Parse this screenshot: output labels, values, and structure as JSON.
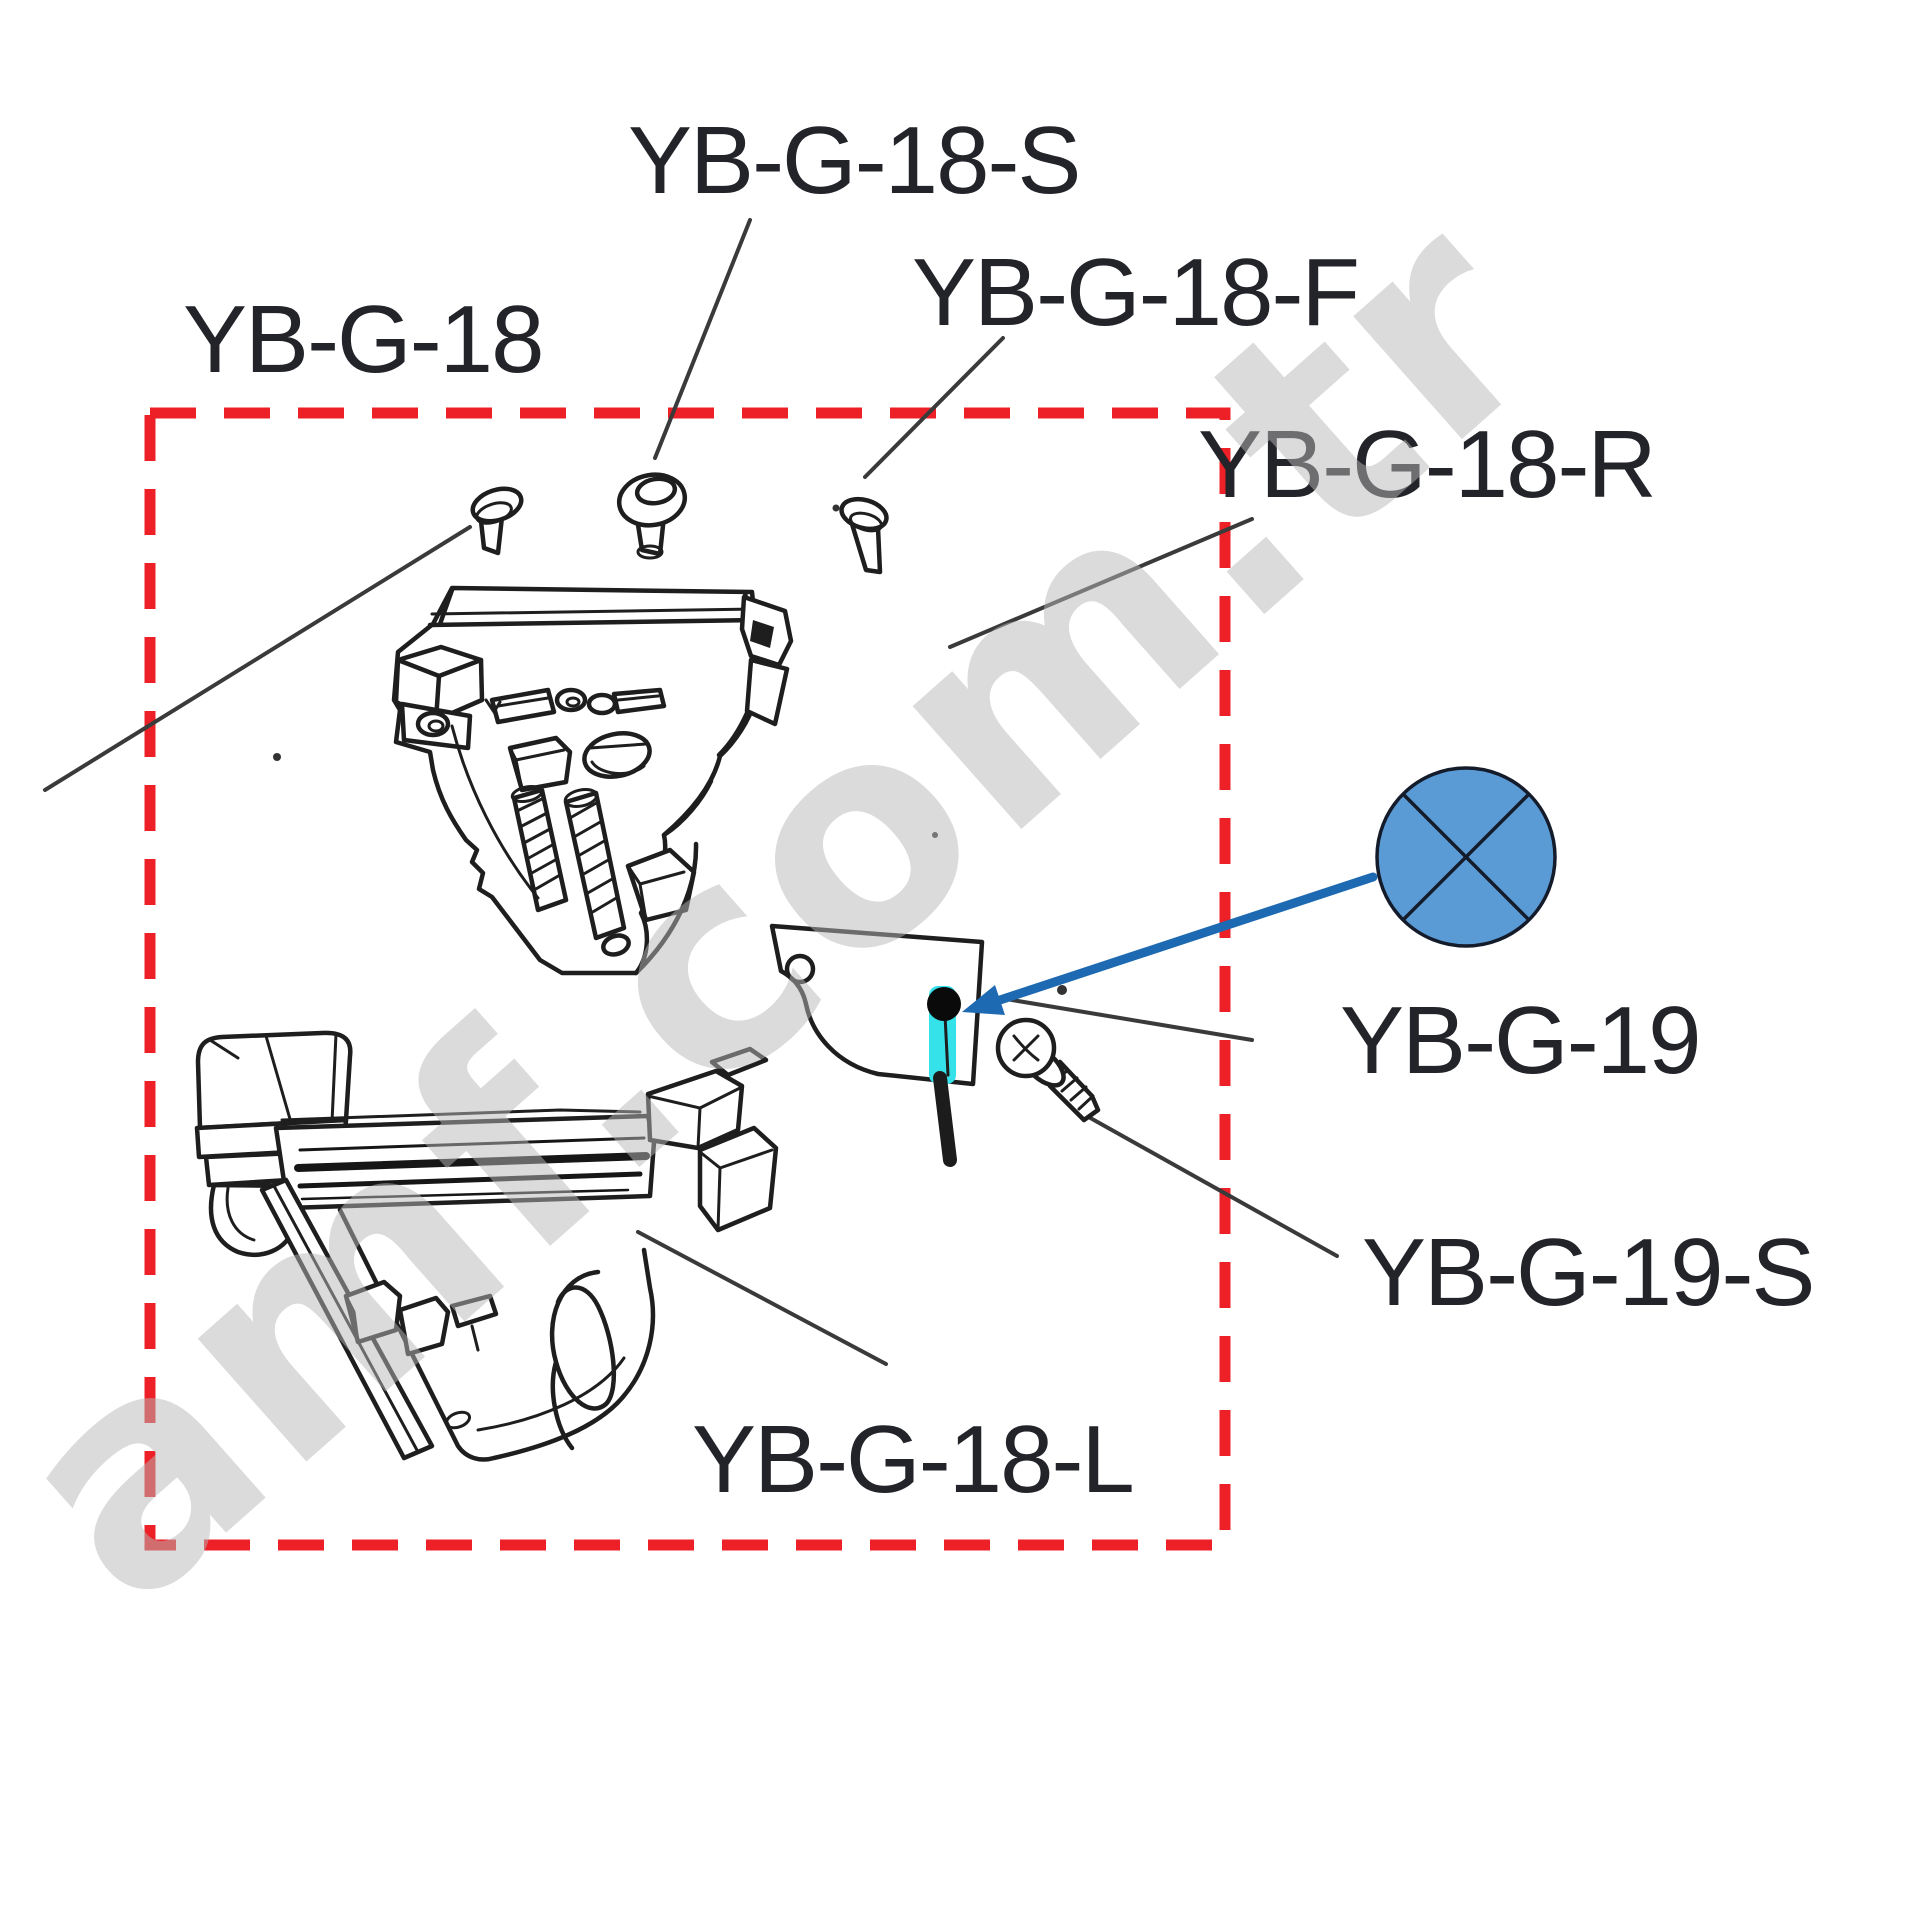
{
  "diagram": {
    "type": "exploded-parts-diagram",
    "watermark_text": "amf.com.tr",
    "assembly": {
      "label": "YB-G-18"
    },
    "parts": {
      "screw_top_small": {
        "label": "YB-G-18-S"
      },
      "screw_front": {
        "label": "YB-G-18-F"
      },
      "housing_right": {
        "label": "YB-G-18-R"
      },
      "housing_left": {
        "label": "YB-G-18-L"
      },
      "trigger_plate": {
        "label": "YB-G-19"
      },
      "trigger_screw": {
        "label": "YB-G-19-S"
      }
    },
    "colors": {
      "background": "#ffffff",
      "line_art": "#1e1e1e",
      "label_text": "#23242a",
      "dashed_box": "#ec2026",
      "leader_line": "#3a3a3a",
      "arrow_blue": "#1d6ab2",
      "marker_fill": "#5b9bd5",
      "marker_stroke": "#141b2b",
      "highlight_cyan": "#35e2e9",
      "watermark_gray": "#b8b8b8"
    }
  }
}
